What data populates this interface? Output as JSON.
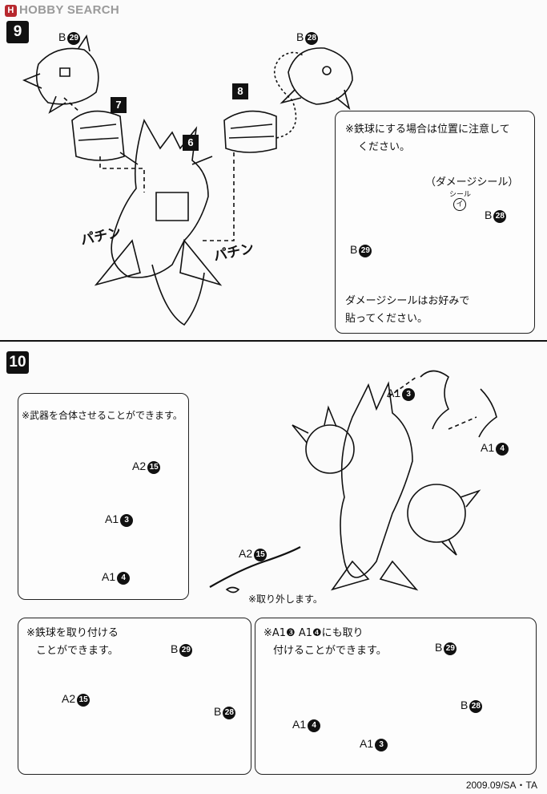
{
  "header": {
    "logo_text": "HOBBY SEARCH",
    "logo_mark": "H"
  },
  "step9": {
    "number": "9",
    "tags": [
      "7",
      "8",
      "6"
    ],
    "parts": {
      "b29": "B",
      "b29n": "29",
      "b28": "B",
      "b28n": "28"
    },
    "sfx_left": "パチン",
    "sfx_right": "パチン",
    "note_box": {
      "line1": "※鉄球にする場合は位置に注意して",
      "line2": "ください。",
      "seal_title": "（ダメージシール）",
      "seal_label": "シール",
      "seal_mark": "イ",
      "b28": "B",
      "b28n": "28",
      "b29": "B",
      "b29n": "29",
      "footer1": "ダメージシールはお好みで",
      "footer2": "貼ってください。"
    }
  },
  "step10": {
    "number": "10",
    "combine_box": {
      "text": "※武器を合体させることができます。",
      "a2": "A2",
      "a2n": "15",
      "a1a": "A1",
      "a1an": "3",
      "a1b": "A1",
      "a1bn": "4"
    },
    "main": {
      "a1a": "A1",
      "a1an": "3",
      "a1b": "A1",
      "a1bn": "4",
      "a2": "A2",
      "a2n": "15",
      "remove_note": "※取り外します。"
    },
    "box_ball": {
      "line1": "※鉄球を取り付ける",
      "line2": "ことができます。",
      "b29": "B",
      "b29n": "29",
      "a2": "A2",
      "a2n": "15",
      "b28": "B",
      "b28n": "28"
    },
    "box_claws": {
      "line1": "※A1❸ A1❹にも取り",
      "line2": "付けることができます。",
      "b29": "B",
      "b29n": "29",
      "b28": "B",
      "b28n": "28",
      "a1b": "A1",
      "a1bn": "4",
      "a1a": "A1",
      "a1an": "3"
    }
  },
  "footer": {
    "credit": "2009.09/SA・TA"
  }
}
